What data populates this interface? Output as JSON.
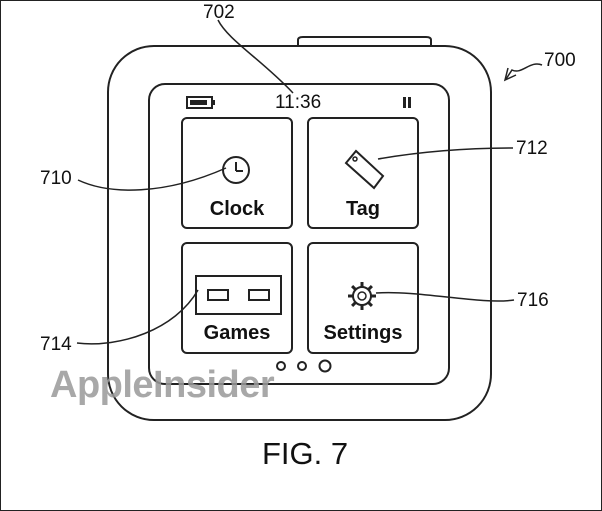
{
  "figure_caption": "FIG. 7",
  "watermark_text": "AppleInsider",
  "device": {
    "status_time": "11:36",
    "tiles": [
      {
        "label": "Clock",
        "icon": "clock-icon"
      },
      {
        "label": "Tag",
        "icon": "tag-icon"
      },
      {
        "label": "Games",
        "icon": "games-icon"
      },
      {
        "label": "Settings",
        "icon": "gear-icon"
      }
    ],
    "page_dots": 3,
    "active_page": 3
  },
  "reference_numerals": {
    "device": "700",
    "time": "702",
    "clock": "710",
    "tag": "712",
    "games": "714",
    "settings": "716"
  }
}
